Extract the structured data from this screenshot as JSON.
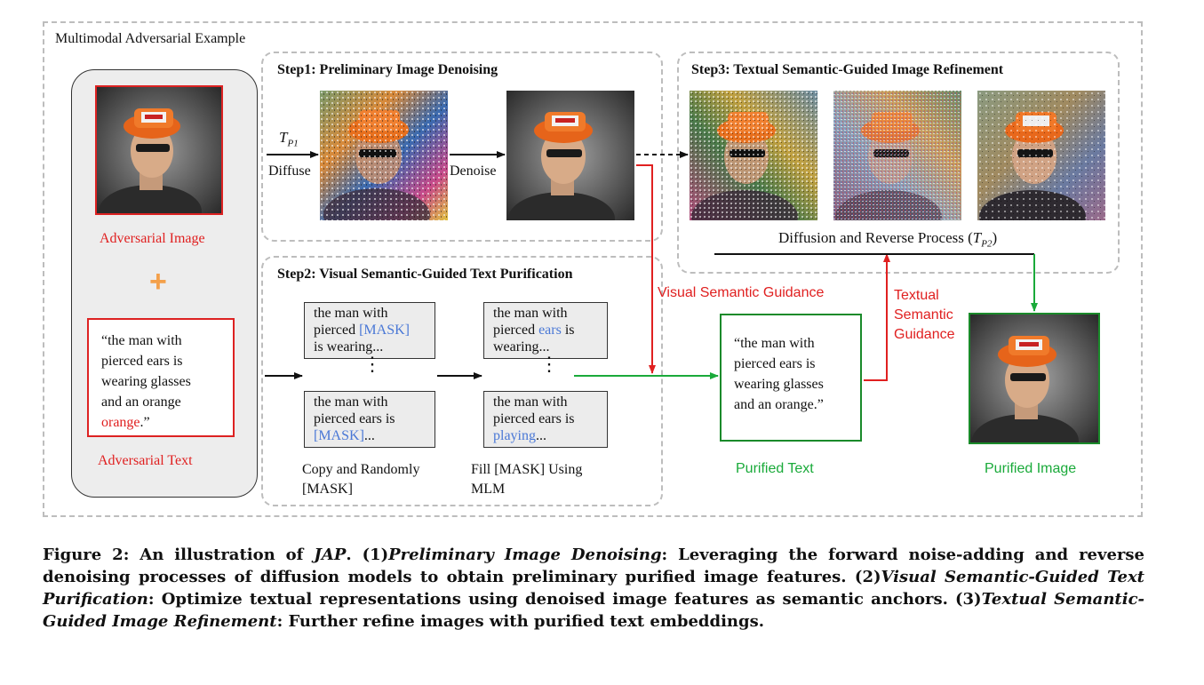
{
  "diagram": {
    "outer_label": "Multimodal Adversarial Example",
    "adversarial_image_label": "Adversarial Image",
    "plus_symbol": "+",
    "adversarial_text": {
      "line1": "“the man with",
      "line2": "pierced ears is",
      "line3": "wearing glasses",
      "line4": "and an orange",
      "line5_red": "orange",
      "line5_tail": ".”"
    },
    "adversarial_text_label": "Adversarial Text",
    "step1": {
      "title": "Step1: Preliminary Image Denoising",
      "tp1_symbol": "T",
      "tp1_sub": "P1",
      "diffuse_label": "Diffuse",
      "denoise_label": "Denoise"
    },
    "step2": {
      "title": "Step2: Visual Semantic-Guided Text Purification",
      "card_a_top": {
        "l1": "the man with",
        "l2_pre": "pierced ",
        "l2_mask": "[MASK]",
        "l3": "is wearing..."
      },
      "card_a_bottom": {
        "l1": "the man with",
        "l2": "pierced ears  is",
        "l3_mask": "[MASK]",
        "l3_tail": "..."
      },
      "card_b_top": {
        "l1": "the man with",
        "l2_pre": "pierced ",
        "l2_fill": "ears",
        "l2_post": " is",
        "l3": "wearing..."
      },
      "card_b_bottom": {
        "l1": "the man with",
        "l2": "pierced ears  is",
        "l3_fill": "playing",
        "l3_tail": "..."
      },
      "vdots": "⋮",
      "copy_label_1": "Copy and Randomly",
      "copy_label_2": "[MASK]",
      "fill_label_1": "Fill [MASK] Using",
      "fill_label_2": "MLM"
    },
    "step3": {
      "title": "Step3: Textual Semantic-Guided Image Refinement",
      "process_label_pre": "Diffusion and Reverse Process (",
      "process_T": "T",
      "process_sub": "P2",
      "process_label_post": ")"
    },
    "visual_guidance_label": "Visual Semantic Guidance",
    "textual_guidance": {
      "l1": "Textual",
      "l2": "Semantic",
      "l3": "Guidance"
    },
    "purified_text": {
      "line1": "“the man with",
      "line2": "pierced ears is",
      "line3": "wearing glasses",
      "line4": "and an orange.”"
    },
    "purified_text_label": "Purified Text",
    "purified_image_label": "Purified Image",
    "colors": {
      "red": "#e02020",
      "green": "#1aaa3a",
      "mask_blue": "#4a78d6",
      "dash_gray": "#bdbdbd"
    }
  },
  "caption": {
    "p1": "Figure 2: An illustration of ",
    "jap": "JAP",
    "p2": ". (1)",
    "s1": "Preliminary Image Denoising",
    "p3": ": Leveraging the forward noise-adding and reverse denoising processes of diffusion models to obtain preliminary purified image features. (2)",
    "s2": "Visual Semantic-Guided Text Purification",
    "p4": ": Optimize textual representations using denoised image features as semantic anchors. (3)",
    "s3": "Textual Semantic-Guided Image Refinement",
    "p5": ": Further refine images with purified text embeddings."
  }
}
